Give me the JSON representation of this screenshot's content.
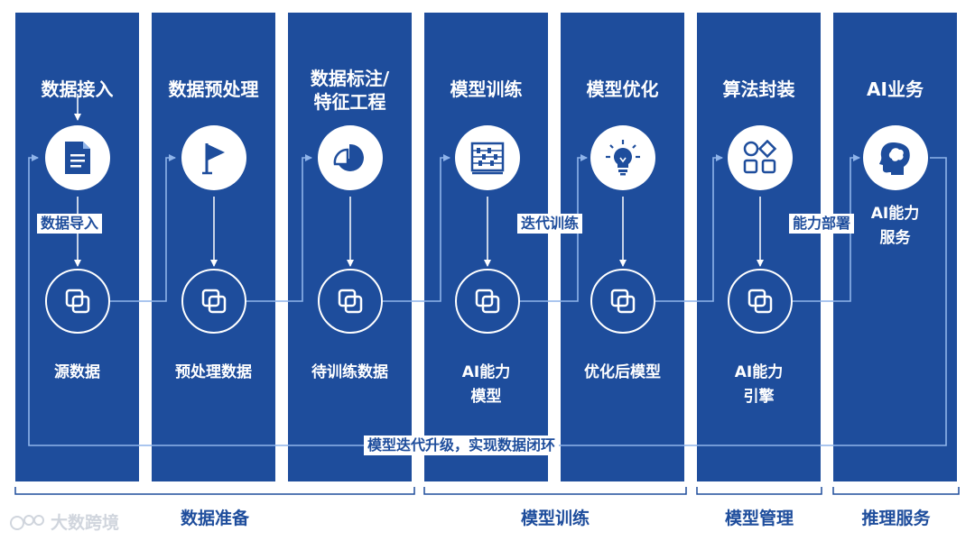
{
  "columns": [
    {
      "title": "数据接入",
      "upper_icon": "document-icon",
      "lower_icon": "layers-icon",
      "output_label": "源数据"
    },
    {
      "title": "数据预处理",
      "upper_icon": "flag-icon",
      "lower_icon": "layers-icon",
      "output_label": "预处理数据"
    },
    {
      "title": "数据标注/\n特征工程",
      "upper_icon": "pie-chart-icon",
      "lower_icon": "layers-icon",
      "output_label": "待训练数据"
    },
    {
      "title": "模型训练",
      "upper_icon": "abacus-icon",
      "lower_icon": "layers-icon",
      "output_label": "AI能力\n模型"
    },
    {
      "title": "模型优化",
      "upper_icon": "lightbulb-icon",
      "lower_icon": "layers-icon",
      "output_label": "优化后模型"
    },
    {
      "title": "算法封装",
      "upper_icon": "apps-grid-icon",
      "lower_icon": "layers-icon",
      "output_label": "AI能力\n引擎"
    },
    {
      "title": "AI业务",
      "upper_icon": "head-brain-icon",
      "output_label": "AI能力\n服务"
    }
  ],
  "callouts": {
    "data_import": "数据导入",
    "iterative_training": "迭代训练",
    "capability_deploy": "能力部署",
    "loop": "模型迭代升级，实现数据闭环"
  },
  "phases": [
    "数据准备",
    "模型训练",
    "模型管理",
    "推理服务"
  ],
  "watermark": "大数跨境",
  "colors": {
    "primary": "#1e4d9c",
    "flow_line": "#8fb4ea",
    "background": "#ffffff"
  }
}
